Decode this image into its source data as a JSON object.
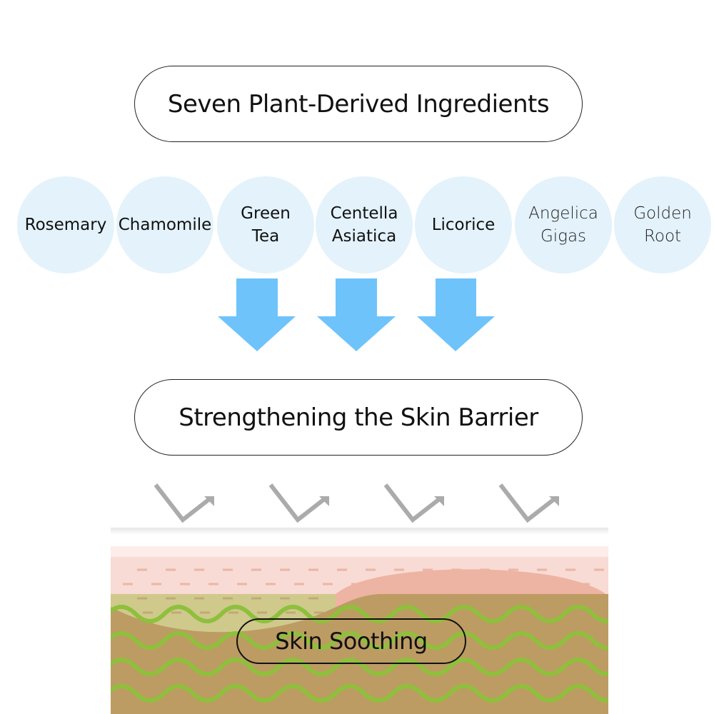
{
  "title": "Seven Plant-Derived Ingredients",
  "ingredients": [
    {
      "label": "Rosemary"
    },
    {
      "label": "Chamomile"
    },
    {
      "label": "Green\nTea"
    },
    {
      "label": "Centella\nAsiatica"
    },
    {
      "label": "Licorice"
    },
    {
      "label": "Angelica\nGigas"
    },
    {
      "label": "Golden\nRoot"
    }
  ],
  "result": "Strengthening the Skin Barrier",
  "effect": "Skin Soothing",
  "colors": {
    "circle_fill": "#e3f2fb",
    "down_arrow": "#6ec3fb",
    "bounce_arrow": "#ababab",
    "epidermis_top": "#fdecea",
    "epidermis": "#f8dbd4",
    "bump": "#edb3a3",
    "dermis_light": "#cfc98c",
    "dermis": "#bd9c63",
    "fiber": "#8ec03c"
  }
}
